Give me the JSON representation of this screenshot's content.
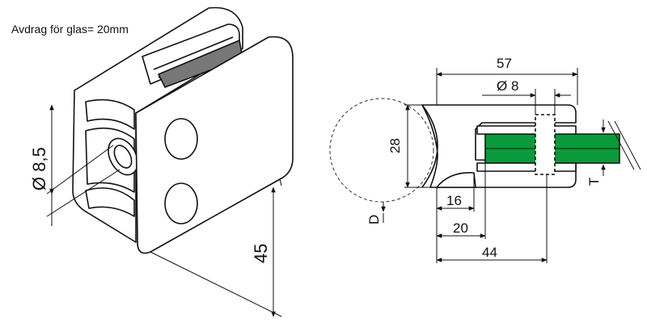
{
  "note": "Avdrag för glas= 20mm",
  "left_view": {
    "dim_diameter": "Ø 8,5",
    "dim_height": "45"
  },
  "right_view": {
    "dim_57": "57",
    "dim_hole": "Ø 8",
    "dim_28": "28",
    "dim_16": "16",
    "dim_20": "20",
    "dim_44": "44",
    "label_D": "D",
    "label_T": "T"
  },
  "colors": {
    "line": "#111111",
    "glass": "#0a9a3c",
    "insert": "#777777",
    "dashed": "#333333"
  }
}
